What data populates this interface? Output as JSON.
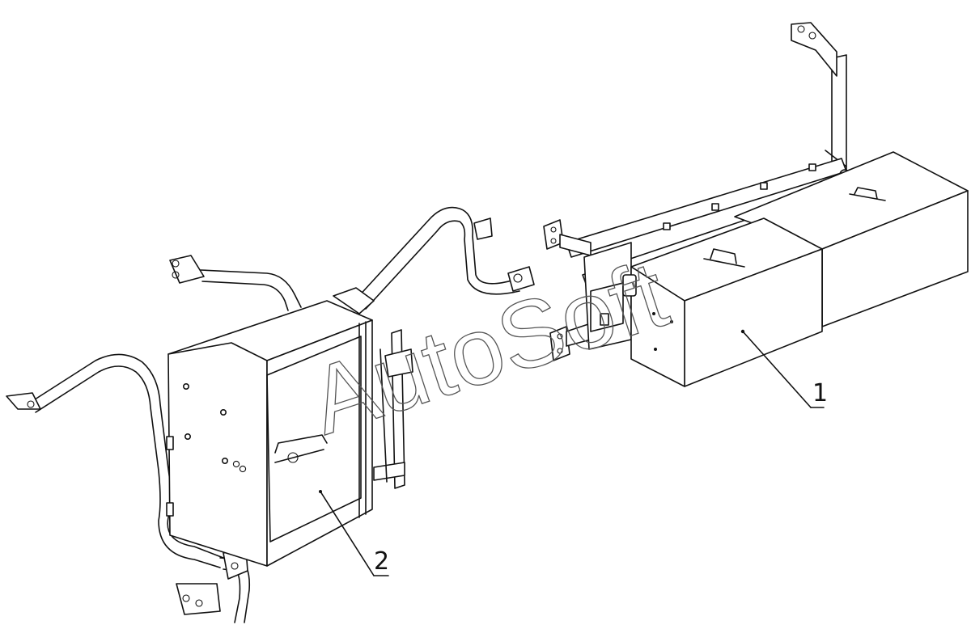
{
  "watermark": {
    "text": "AutoSoft"
  },
  "callouts": [
    {
      "id": "1",
      "label": "1"
    },
    {
      "id": "2",
      "label": "2"
    }
  ]
}
